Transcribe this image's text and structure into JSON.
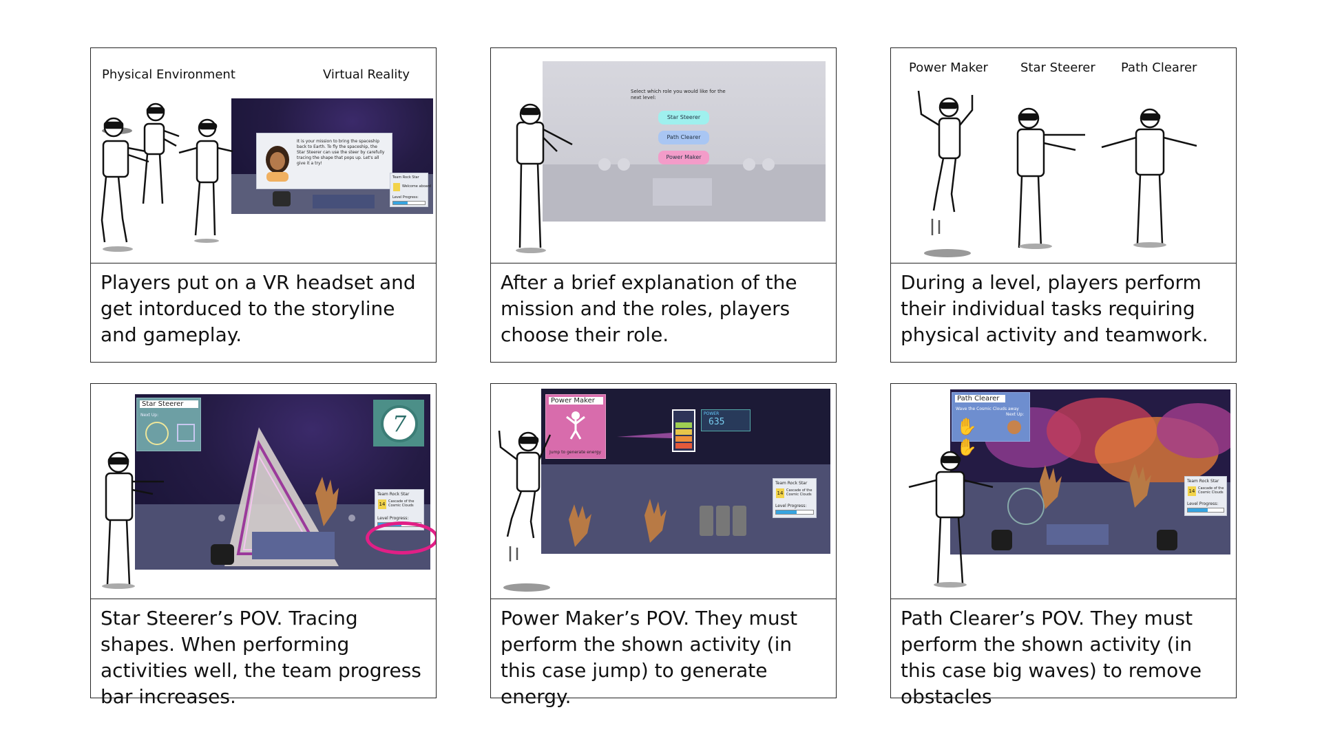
{
  "panels": [
    {
      "caption": "Players put on a VR headset and get intorduced to the storyline and gameplay.",
      "labels": [
        "Physical Environment",
        "Virtual Reality"
      ],
      "dialog_text": "It is your mission to bring the spaceship back to Earth. To fly the spaceship, the Star Steerer can use the steer by carefully tracing the shape that pops up. Let's all give it a try!",
      "hud": {
        "team": "Team Rock Star",
        "status": "Welcome aboard",
        "progress_label": "Level Progress:"
      }
    },
    {
      "caption": "After a brief explanation of the mission and the roles, players choose their role.",
      "prompt": "Select which role you would like for the next level:",
      "roles": [
        "Star Steerer",
        "Path Clearer",
        "Power Maker"
      ]
    },
    {
      "caption": "During a level, players perform their individual tasks requiring physical activity and teamwork.",
      "labels": [
        "Power Maker",
        "Star Steerer",
        "Path Clearer"
      ]
    },
    {
      "caption": "Star Steerer’s POV. Tracing shapes. When performing activities well, the team progress bar increases.",
      "card_title": "Star Steerer",
      "next_up": "Next Up:",
      "timer": "7",
      "hud": {
        "team": "Team Rock Star",
        "level_num": "14",
        "level_name": "Cascade of the Cosmic Clouds",
        "progress_label": "Level Progress:"
      }
    },
    {
      "caption": "Power Maker’s POV. They must perform the shown activity (in this case jump) to generate energy.",
      "card_title": "Power Maker",
      "card_hint": "Jump to generate energy",
      "power_label": "POWER",
      "power_readout": "635",
      "hud": {
        "team": "Team Rock Star",
        "level_num": "14",
        "level_name": "Cascade of the Cosmic Clouds",
        "progress_label": "Level Progress:"
      }
    },
    {
      "caption": "Path Clearer’s POV. They must perform the shown activity (in this case big waves) to remove obstacles",
      "card_title": "Path Clearer",
      "card_hint": "Wave the Cosmic Clouds away",
      "next_up": "Next Up:",
      "hud": {
        "team": "Team Rock Star",
        "level_num": "14",
        "level_name": "Cascade of the Cosmic Clouds",
        "progress_label": "Level Progress:"
      }
    }
  ],
  "colors": {
    "border": "#222222",
    "highlight_ring": "#e11f86",
    "role_steerer": "#9ff0ee",
    "role_clearer": "#a9c6f3",
    "role_maker": "#f39cc9",
    "hand": "#b87a45"
  }
}
